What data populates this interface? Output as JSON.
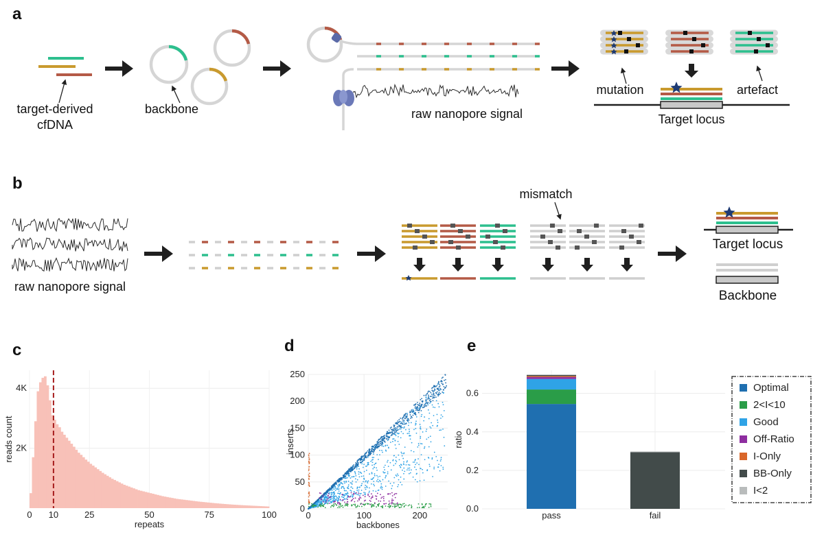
{
  "colors": {
    "teal": "#2dbf8e",
    "gold": "#c99a2e",
    "rust": "#b45a46",
    "grey": "#cfcfcf",
    "dark": "#1f1f1f",
    "hist_fill": "#f8c1b8",
    "hist_line": "#a61c1c"
  },
  "panel_a": {
    "label": "a",
    "target_cfDNA_line1": "target-derived",
    "target_cfDNA_line2": "cfDNA",
    "backbone": "backbone",
    "raw_signal": "raw nanopore signal",
    "mutation": "mutation",
    "artefact": "artefact",
    "target_locus": "Target locus"
  },
  "panel_b": {
    "label": "b",
    "raw_signal": "raw nanopore signal",
    "mismatch": "mismatch",
    "target_locus": "Target locus",
    "backbone": "Backbone"
  },
  "panel_c": {
    "label": "c"
  },
  "panel_d": {
    "label": "d"
  },
  "panel_e": {
    "label": "e"
  },
  "chart_data": [
    {
      "type": "bar",
      "panel": "c",
      "xlabel": "repeats",
      "ylabel": "reads count",
      "xlim": [
        0,
        100
      ],
      "ylim": [
        0,
        4600
      ],
      "xticks": [
        "0",
        "10",
        "25",
        "50",
        "75",
        "100"
      ],
      "yticks": [
        "2K",
        "4K"
      ],
      "ytick_values": [
        2000,
        4000
      ],
      "xtick_values": [
        0,
        10,
        25,
        50,
        75,
        100
      ],
      "marker_line_x": 10,
      "x_start": 1,
      "values": [
        500,
        1700,
        2900,
        3900,
        4200,
        4350,
        4400,
        4100,
        3600,
        3100,
        2950,
        2800,
        2700,
        2550,
        2450,
        2350,
        2250,
        2150,
        2050,
        1950,
        1850,
        1780,
        1700,
        1620,
        1550,
        1480,
        1420,
        1360,
        1300,
        1240,
        1180,
        1130,
        1080,
        1030,
        980,
        940,
        900,
        860,
        820,
        780,
        750,
        720,
        690,
        660,
        630,
        600,
        580,
        560,
        540,
        520,
        500,
        480,
        460,
        440,
        420,
        400,
        385,
        370,
        355,
        340,
        325,
        310,
        300,
        290,
        280,
        270,
        260,
        250,
        240,
        230,
        220,
        212,
        204,
        196,
        188,
        180,
        172,
        165,
        158,
        151,
        144,
        138,
        132,
        126,
        120,
        115,
        110,
        105,
        100,
        96,
        92,
        88,
        84,
        80,
        76,
        72,
        68,
        64,
        60,
        56
      ]
    },
    {
      "type": "scatter",
      "panel": "d",
      "xlabel": "backbones",
      "ylabel": "inserts",
      "xlim": [
        0,
        250
      ],
      "ylim": [
        0,
        250
      ],
      "xticks": [
        "0",
        "100",
        "200"
      ],
      "xtick_values": [
        0,
        100,
        200
      ],
      "yticks": [
        "0",
        "50",
        "100",
        "150",
        "200",
        "250"
      ],
      "ytick_values": [
        0,
        50,
        100,
        150,
        200,
        250
      ],
      "series": [
        {
          "name": "Optimal",
          "color": "#1f6fb0"
        },
        {
          "name": "Good",
          "color": "#2fa3e6"
        },
        {
          "name": "2<I<10",
          "color": "#2a9d48"
        },
        {
          "name": "Off-Ratio",
          "color": "#8e2ea0"
        },
        {
          "name": "I-Only",
          "color": "#d9662a"
        }
      ]
    },
    {
      "type": "bar",
      "panel": "e",
      "xlabel": "",
      "ylabel": "ratio",
      "categories": [
        "pass",
        "fail"
      ],
      "ylim": [
        0,
        0.72
      ],
      "yticks": [
        "0.0",
        "0.2",
        "0.4",
        "0.6"
      ],
      "ytick_values": [
        0,
        0.2,
        0.4,
        0.6
      ],
      "stacked": true,
      "series": [
        {
          "name": "Optimal",
          "color": "#1f6fb0",
          "values": [
            0.545,
            0
          ]
        },
        {
          "name": "2<I<10",
          "color": "#2a9d48",
          "values": [
            0.075,
            0
          ]
        },
        {
          "name": "Good",
          "color": "#2fa3e6",
          "values": [
            0.055,
            0
          ]
        },
        {
          "name": "Off-Ratio",
          "color": "#8e2ea0",
          "values": [
            0.01,
            0
          ]
        },
        {
          "name": "I-Only",
          "color": "#d9662a",
          "values": [
            0.005,
            0
          ]
        },
        {
          "name": "BB-Only",
          "color": "#424b4a",
          "values": [
            0.005,
            0.294
          ]
        },
        {
          "name": "I<2",
          "color": "#b9bcbc",
          "values": [
            0.003,
            0.004
          ]
        }
      ]
    }
  ]
}
